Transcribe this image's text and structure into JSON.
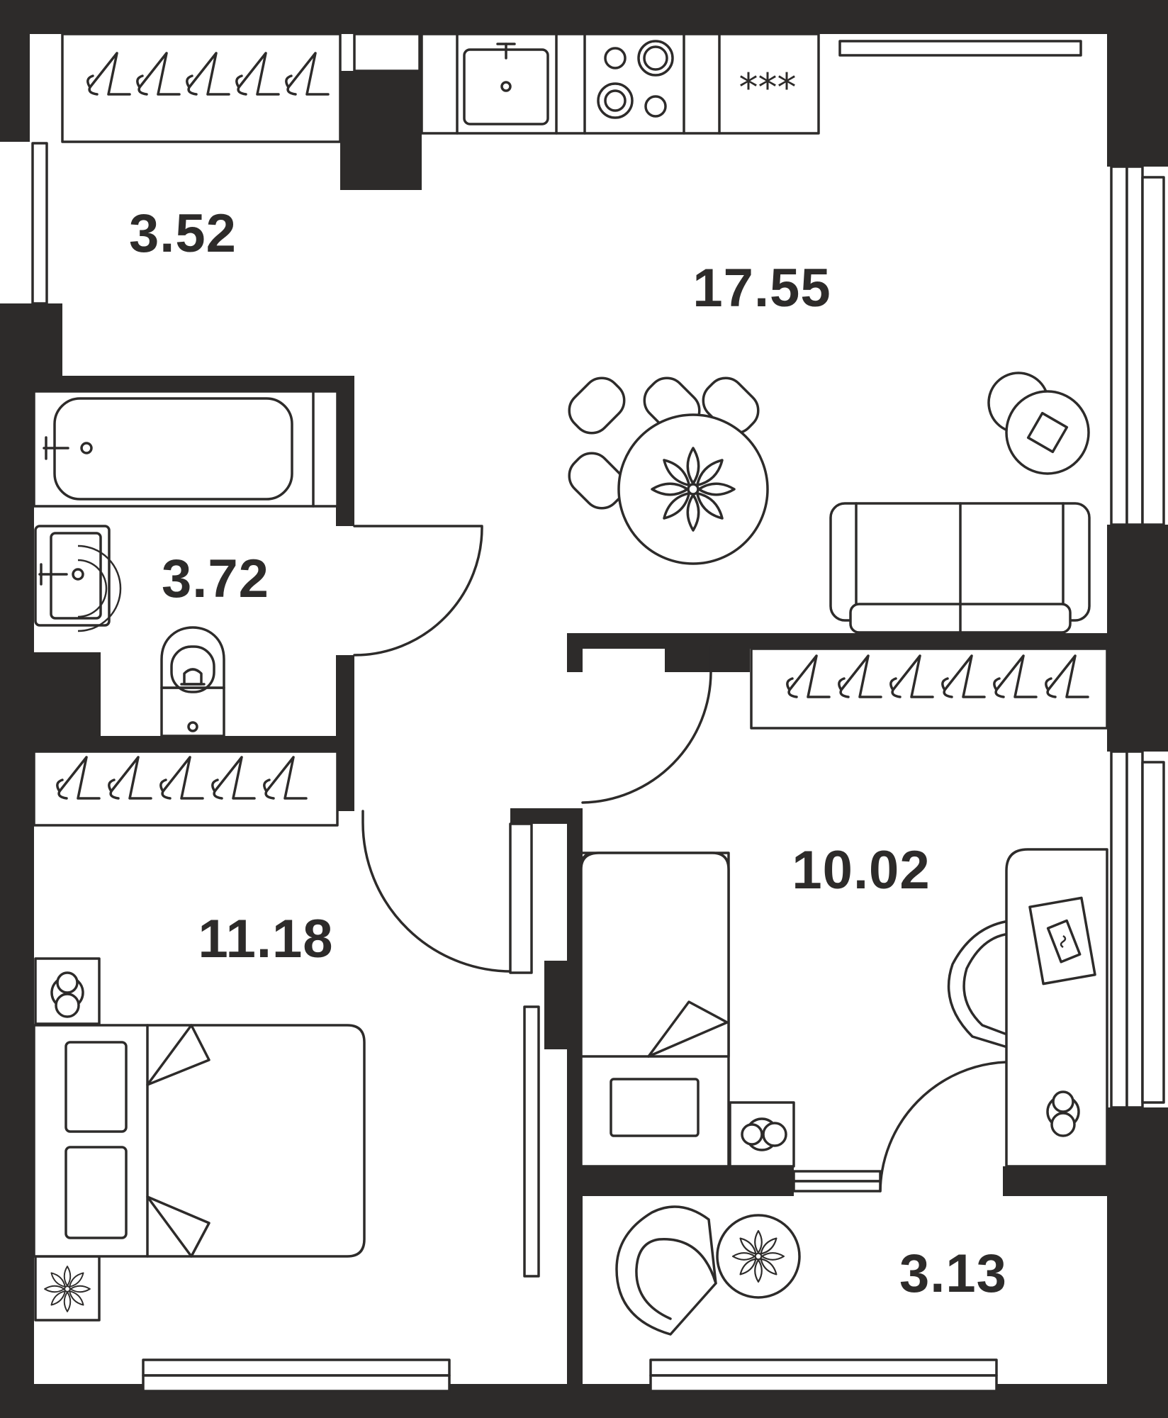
{
  "colors": {
    "wall": "#2d2b2a",
    "background": "#ffffff"
  },
  "rooms": [
    {
      "id": "hall",
      "area": "3.52"
    },
    {
      "id": "kitchen",
      "area": "17.55"
    },
    {
      "id": "bathroom",
      "area": "3.72"
    },
    {
      "id": "bedroom",
      "area": "11.18"
    },
    {
      "id": "room",
      "area": "10.02"
    },
    {
      "id": "loggia",
      "area": "3.13"
    }
  ],
  "fixtures": {
    "fridge_symbol": "***"
  },
  "icons": [
    "hanger-icon",
    "sink-icon",
    "stove-icon",
    "bathtub-icon",
    "toilet-icon",
    "plant-icon",
    "lamp-icon",
    "sofa-icon",
    "bed-icon",
    "armchair-icon",
    "desk-icon",
    "chair-icon"
  ]
}
